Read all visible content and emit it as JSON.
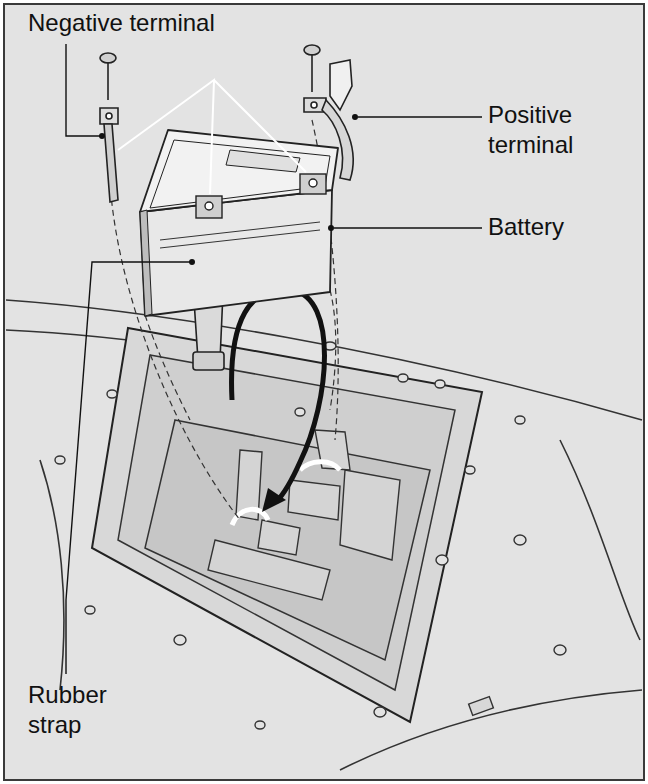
{
  "diagram": {
    "labels": [
      "Negative terminal",
      "Positive terminal",
      "Battery",
      "Rubber strap"
    ]
  }
}
